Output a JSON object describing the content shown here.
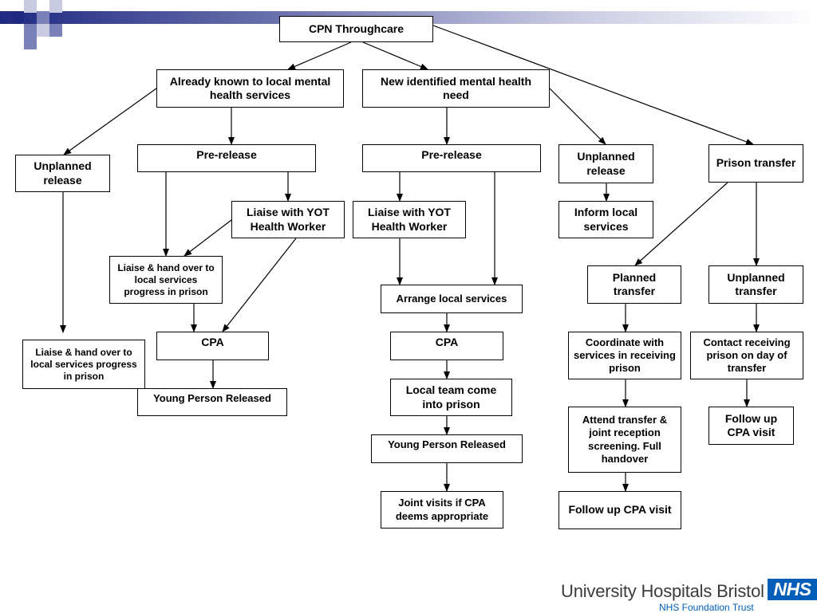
{
  "theme": {
    "band_color": "#1f2a82",
    "square_color": "#7a80b8",
    "nhs_blue": "#005eb8"
  },
  "diagram": {
    "nodes": {
      "root": "CPN Throughcare",
      "known": "Already known to local mental health services",
      "newneed": "New identified mental health need",
      "unplanned_left": "Unplanned release",
      "prerelease_a": "Pre-release",
      "prerelease_b": "Pre-release",
      "unplanned_mid": "Unplanned release",
      "prison_transfer": "Prison transfer",
      "yot_a": "Liaise with YOT Health Worker",
      "yot_b": "Liaise with YOT Health Worker",
      "inform_local": "Inform local services",
      "liaise_a": "Liaise & hand over to local services progress in prison",
      "arrange": "Arrange local services",
      "planned_transfer": "Planned transfer",
      "unplanned_transfer": "Unplanned transfer",
      "liaise_left": "Liaise & hand over to local services progress in prison",
      "cpa_a": "CPA",
      "cpa_b": "CPA",
      "coordinate": "Coordinate with services in receiving prison",
      "contact": "Contact receiving prison on day of transfer",
      "released_a": "Young Person Released",
      "local_team": "Local team come into prison",
      "attend": "Attend transfer & joint reception screening.  Full handover",
      "followup_right": "Follow up CPA visit",
      "released_b": "Young Person Released",
      "joint_visits": "Joint visits if CPA deems appropriate",
      "followup_mid": "Follow up CPA visit"
    },
    "edges": [
      [
        "root",
        "known"
      ],
      [
        "root",
        "newneed"
      ],
      [
        "root",
        "prison_transfer"
      ],
      [
        "known",
        "unplanned_left"
      ],
      [
        "known",
        "prerelease_a"
      ],
      [
        "newneed",
        "prerelease_b"
      ],
      [
        "newneed",
        "unplanned_mid"
      ],
      [
        "unplanned_left",
        "liaise_left"
      ],
      [
        "prerelease_a",
        "yot_a"
      ],
      [
        "prerelease_a",
        "liaise_a"
      ],
      [
        "yot_a",
        "liaise_a"
      ],
      [
        "yot_a",
        "cpa_a"
      ],
      [
        "liaise_a",
        "cpa_a"
      ],
      [
        "cpa_a",
        "released_a"
      ],
      [
        "prerelease_b",
        "yot_b"
      ],
      [
        "prerelease_b",
        "arrange"
      ],
      [
        "yot_b",
        "arrange"
      ],
      [
        "arrange",
        "cpa_b"
      ],
      [
        "cpa_b",
        "local_team"
      ],
      [
        "local_team",
        "released_b"
      ],
      [
        "released_b",
        "joint_visits"
      ],
      [
        "unplanned_mid",
        "inform_local"
      ],
      [
        "prison_transfer",
        "planned_transfer"
      ],
      [
        "prison_transfer",
        "unplanned_transfer"
      ],
      [
        "planned_transfer",
        "coordinate"
      ],
      [
        "coordinate",
        "attend"
      ],
      [
        "attend",
        "followup_mid"
      ],
      [
        "unplanned_transfer",
        "contact"
      ],
      [
        "contact",
        "followup_right"
      ]
    ]
  },
  "logo": {
    "org_name": "University Hospitals Bristol",
    "badge": "NHS",
    "trust": "NHS Foundation Trust"
  }
}
